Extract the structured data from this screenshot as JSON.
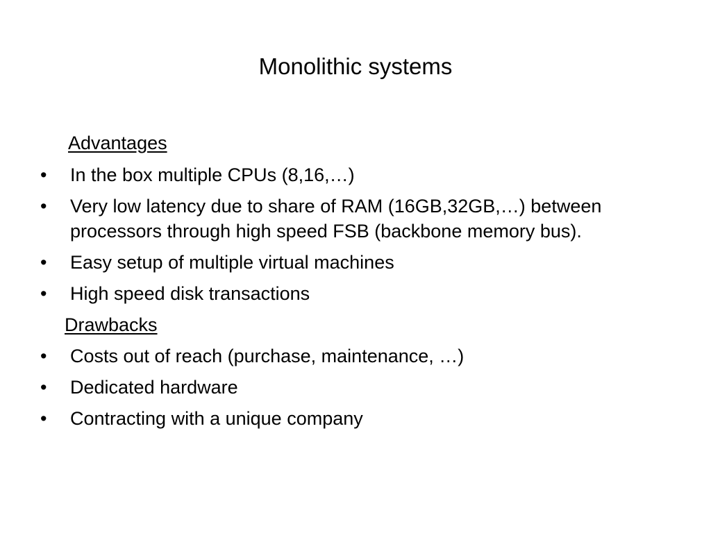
{
  "slide": {
    "title": "Monolithic systems",
    "advantages": {
      "heading": "Advantages",
      "items": [
        "In the box multiple CPUs (8,16,…)",
        "Very low latency due to share of RAM (16GB,32GB,…) between processors through high speed FSB (backbone memory bus).",
        "Easy setup of multiple virtual machines",
        "High speed disk transactions"
      ]
    },
    "drawbacks": {
      "heading": "Drawbacks",
      "items": [
        "Costs out of reach (purchase, maintenance, …)",
        "Dedicated hardware",
        "Contracting with a unique company"
      ]
    },
    "bullet_glyph": "•"
  }
}
